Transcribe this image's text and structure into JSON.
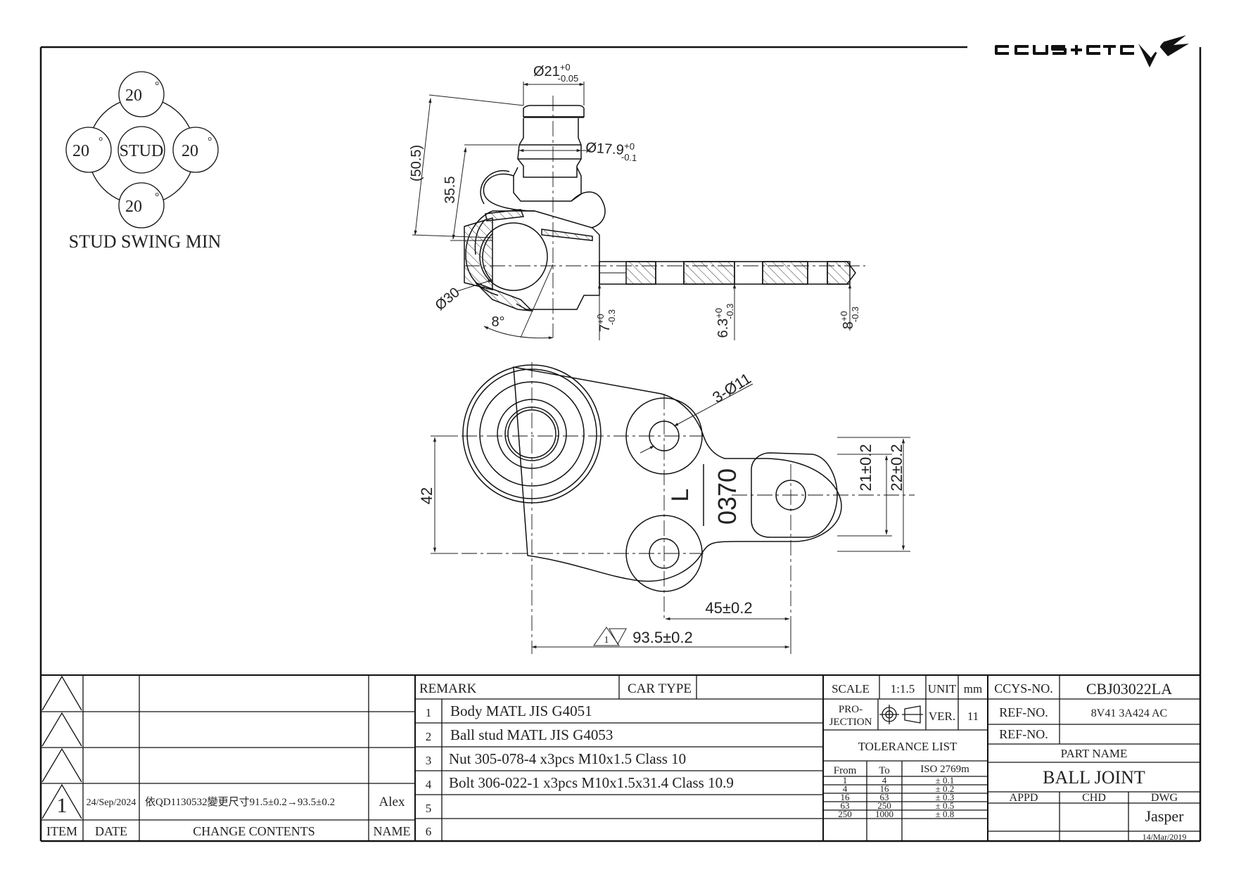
{
  "logo": {
    "text": "CCYS+CTC"
  },
  "swing": {
    "top": "20",
    "left": "20",
    "right": "20",
    "bottom": "20",
    "deg": "°",
    "center": "STUD",
    "caption": "STUD SWING MIN"
  },
  "dims": {
    "d21": "Ø21",
    "d21_tol_up": "+0",
    "d21_tol_dn": "-0.05",
    "d179": "Ø17.9",
    "d179_tol_up": "+0",
    "d179_tol_dn": "-0.1",
    "h505": "(50.5)",
    "h355": "35.5",
    "d30": "Ø30",
    "ang8": "8°",
    "t7": "7",
    "t7_tol_up": "+0",
    "t7_tol_dn": "-0.3",
    "t63": "6.3",
    "t63_tol_up": "+0",
    "t63_tol_dn": "-0.3",
    "t8": "8",
    "t8_tol_up": "+0",
    "t8_tol_dn": "-0.3",
    "holes": "3-Ø11",
    "w42": "42",
    "d21p": "21±0.2",
    "d22p": "22±0.2",
    "l45": "45±0.2",
    "l935": "93.5±0.2",
    "l935_flag": "1",
    "mark_L": "L",
    "mark_code": "0370"
  },
  "revision": {
    "rows": [
      {
        "item": "",
        "date": "",
        "change": "",
        "name": ""
      },
      {
        "item": "",
        "date": "",
        "change": "",
        "name": ""
      },
      {
        "item": "",
        "date": "",
        "change": "",
        "name": ""
      },
      {
        "item": "1",
        "date": "24/Sep/2024",
        "change": "依QD1130532變更尺寸91.5±0.2→93.5±0.2",
        "name": "Alex"
      }
    ],
    "headers": {
      "item": "ITEM",
      "date": "DATE",
      "change": "CHANGE CONTENTS",
      "name": "NAME"
    }
  },
  "remark": {
    "label": "REMARK",
    "car_type_label": "CAR TYPE",
    "items": [
      {
        "no": "1",
        "text": "Body MATL JIS G4051"
      },
      {
        "no": "2",
        "text": "Ball stud MATL JIS G4053"
      },
      {
        "no": "3",
        "text": "Nut 305-078-4 x3pcs M10x1.5 Class 10"
      },
      {
        "no": "4",
        "text": "Bolt 306-022-1 x3pcs M10x1.5x31.4 Class 10.9"
      },
      {
        "no": "5",
        "text": ""
      },
      {
        "no": "6",
        "text": ""
      }
    ]
  },
  "info": {
    "scale_label": "SCALE",
    "scale": "1:1.5",
    "unit_label": "UNIT",
    "unit": "mm",
    "projection_label_1": "PRO-",
    "projection_label_2": "JECTION",
    "ver_label": "VER.",
    "ver": "11",
    "tolerance_title": "TOLERANCE LIST",
    "tol_headers": {
      "from": "From",
      "to": "To",
      "iso": "ISO 2769m"
    },
    "tolerances": [
      {
        "from": "1",
        "to": "4",
        "tol": "± 0.1"
      },
      {
        "from": "4",
        "to": "16",
        "tol": "± 0.2"
      },
      {
        "from": "16",
        "to": "63",
        "tol": "± 0.3"
      },
      {
        "from": "63",
        "to": "250",
        "tol": "± 0.5"
      },
      {
        "from": "250",
        "to": "1000",
        "tol": "± 0.8"
      }
    ],
    "ccys_no_label": "CCYS-NO.",
    "ccys_no": "CBJ03022LA",
    "ref_no_label": "REF-NO.",
    "ref_no": "8V41 3A424 AC",
    "ref_no2_label": "REF-NO.",
    "ref_no2": "",
    "part_name_label": "PART NAME",
    "part_name": "BALL JOINT",
    "appd_label": "APPD",
    "chd_label": "CHD",
    "dwg_label": "DWG",
    "dwg_by": "Jasper",
    "dwg_date": "14/Mar/2019"
  }
}
